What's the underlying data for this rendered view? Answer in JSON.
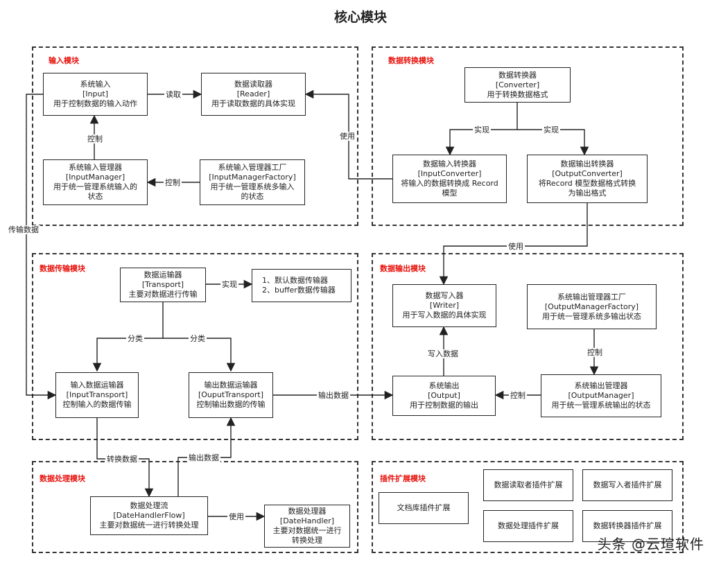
{
  "title": "核心模块",
  "modules": {
    "input": "输入模块",
    "convert": "数据转换模块",
    "transport": "数据传输模块",
    "output": "数据输出模块",
    "process": "数据处理模块",
    "plugin": "插件扩展模块"
  },
  "boxes": {
    "system_input": [
      "系统输入",
      "[Input]",
      "用于控制数据的输入动作"
    ],
    "reader": [
      "数据读取器",
      "[Reader]",
      "用于读取数据的具体实现"
    ],
    "input_manager": [
      "系统输入管理器",
      "[InputManager]",
      "用于统一管理系统输入的",
      "状态"
    ],
    "input_manager_factory": [
      "系统输入管理器工厂",
      "[InputManagerFactory]",
      "用于统一管理系统多输入",
      "的状态"
    ],
    "converter": [
      "数据转换器",
      "[Converter]",
      "用于转换数据格式"
    ],
    "input_converter": [
      "数据输入转换器",
      "[InputConverter]",
      "将输入的数据转换成 Record",
      "模型"
    ],
    "output_converter": [
      "数据输出转换器",
      "[OutputConverter]",
      "将Record 模型数据格式转换",
      "为输出格式"
    ],
    "transport": [
      "数据运输器",
      "[Transport]",
      "主要对数据进行传输"
    ],
    "transport_impls": [
      "1、默认数据传输器",
      "2、buffer数据传输器"
    ],
    "input_transport": [
      "输入数据运输器",
      "[InputTransport]",
      "控制输入的数据传输"
    ],
    "output_transport": [
      "输出数据运输器",
      "[OuputTransport]",
      "控制输出数据的传输"
    ],
    "writer": [
      "数据写入器",
      "[Writer]",
      "用于写入数据的具体实现"
    ],
    "output_manager_factory": [
      "系统输出管理器工厂",
      "[OutputManagerFactory]",
      "用于统一管理系统多输出状态"
    ],
    "system_output": [
      "系统输出",
      "[Output]",
      "用于控制数据的输出"
    ],
    "output_manager": [
      "系统输出管理器",
      "[OutputManager]",
      "用于统一管理系统输出的状态"
    ],
    "handler_flow": [
      "数据处理流",
      "[DateHandlerFlow]",
      "主要对数据统一进行转换处理"
    ],
    "handler": [
      "数据处理器",
      "[DateHandler]",
      "主要对数据统一进行",
      "转换处理"
    ],
    "plugin_doc": [
      "文档库插件扩展"
    ],
    "plugin_reader": [
      "数据读取者插件扩展"
    ],
    "plugin_writer": [
      "数据写入者插件扩展"
    ],
    "plugin_handler": [
      "数据处理插件扩展"
    ],
    "plugin_converter": [
      "数据转换器插件扩展"
    ]
  },
  "labels": {
    "read": "读取",
    "control_up": "控制",
    "control_left": "控制",
    "use_reader": "使用",
    "implement_left": "实现",
    "implement_right": "实现",
    "use_writer": "使用",
    "transmit_data": "传输数据",
    "implement_transport": "实现",
    "classify_left": "分类",
    "classify_right": "分类",
    "write_data": "写入数据",
    "control_output": "控制",
    "output_data": "输出数据",
    "control_output_left": "控制",
    "convert_data": "转换数据",
    "output_data_up": "输出数据",
    "use_handler": "使用"
  },
  "watermark": "头条 @云瑄软件"
}
